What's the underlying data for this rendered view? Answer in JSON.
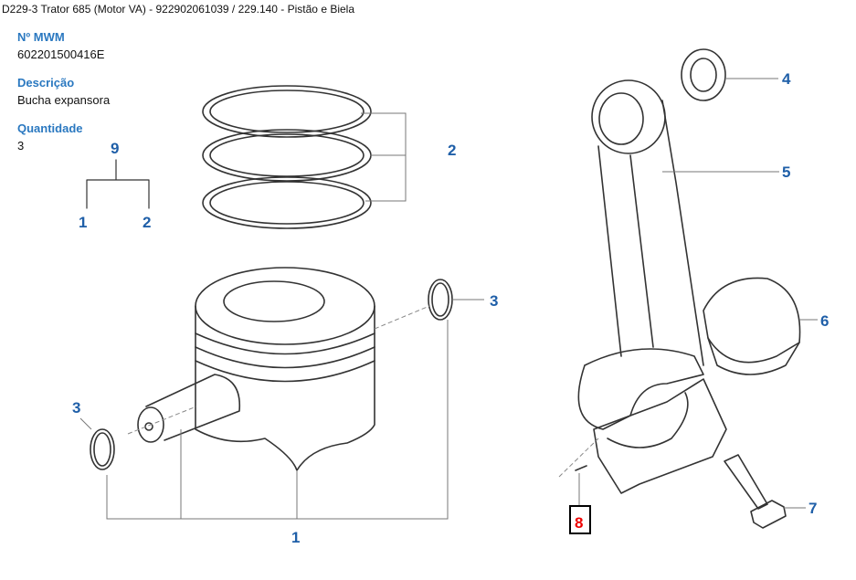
{
  "header": {
    "title": "D229-3 Trator 685 (Motor VA) - 922902061039  /  229.140 - Pistão e Biela"
  },
  "details": {
    "mwm_label": "Nº MWM",
    "mwm_value": "602201500416E",
    "desc_label": "Descrição",
    "desc_value": "Bucha expansora",
    "qty_label": "Quantidade",
    "qty_value": "3"
  },
  "callouts": {
    "c9": "9",
    "c1a": "1",
    "c2a": "2",
    "c2": "2",
    "c3r": "3",
    "c3l": "3",
    "c1": "1",
    "c4": "4",
    "c5": "5",
    "c6": "6",
    "c7": "7",
    "c8": "8"
  },
  "colors": {
    "callout": "#1f5fa8",
    "selected": "#e00000",
    "label": "#2a78c0"
  }
}
